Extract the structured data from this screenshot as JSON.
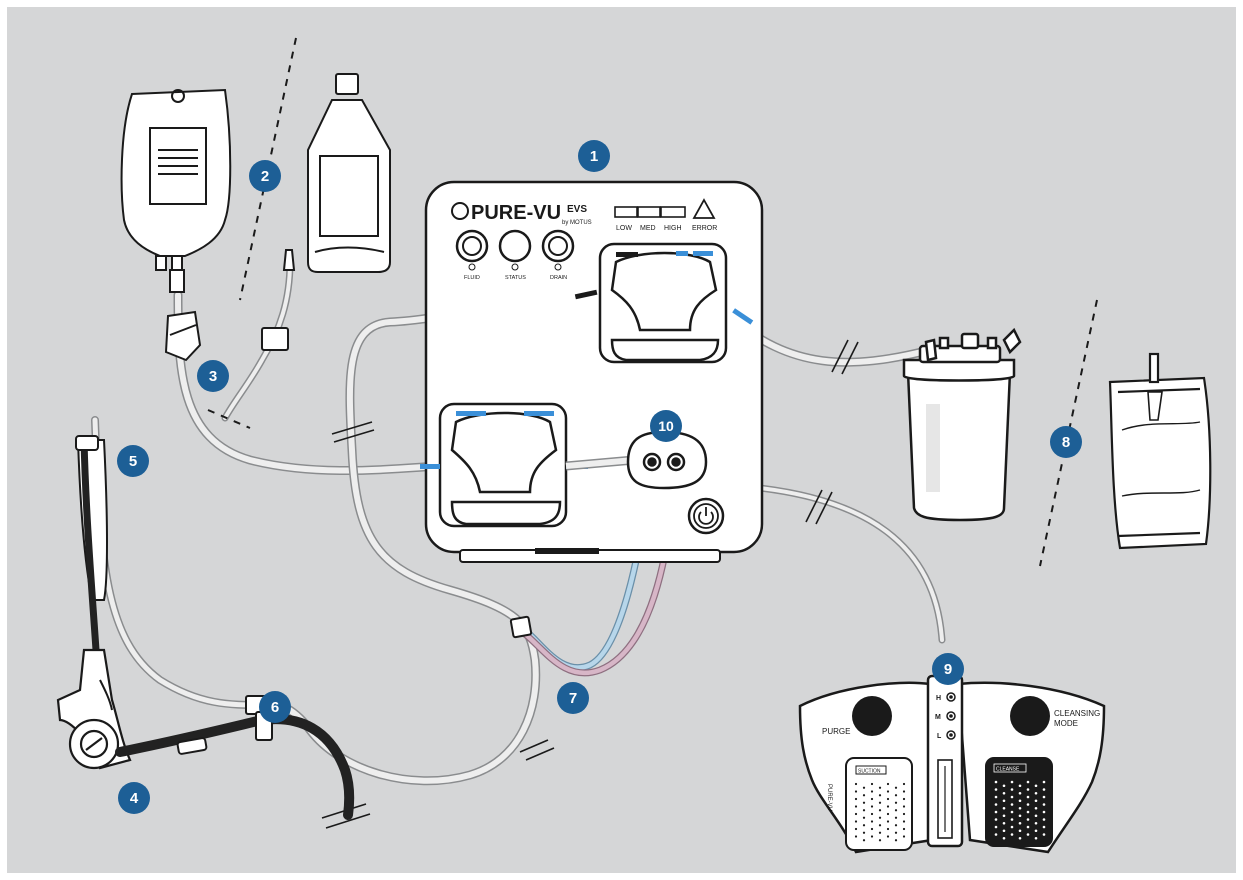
{
  "colors": {
    "background": "#d5d6d7",
    "frame": "#ffffff",
    "callout": "#1d5f96",
    "callout_text": "#ffffff",
    "outline": "#1a1a1a",
    "device_fill": "#ffffff",
    "tube_outline": "#8a8c8e",
    "tube_fill": "#eeeeee",
    "blue_accent": "#3a8fd8",
    "tube_blue": "#b7d6ea",
    "tube_pink": "#d7b6c7",
    "scope_dark": "#222222"
  },
  "device": {
    "brand": "PURE-VU",
    "brand_suffix": "EVS",
    "brand_by": "by MOTUS",
    "levels": [
      "LOW",
      "MED",
      "HIGH"
    ],
    "error_label": "ERROR",
    "knob_labels": [
      "FLUID",
      "STATUS",
      "DRAIN"
    ]
  },
  "foot_pedal": {
    "left_label": "PURGE",
    "right_label": "CLEANSING MODE",
    "left_pad_label": "SUCTION",
    "right_pad_label": "CLEANSE",
    "side_brand": "PURE-VU",
    "level_letters": [
      "H",
      "M",
      "L"
    ]
  },
  "callouts": [
    {
      "n": "1"
    },
    {
      "n": "2"
    },
    {
      "n": "3"
    },
    {
      "n": "4"
    },
    {
      "n": "5"
    },
    {
      "n": "6"
    },
    {
      "n": "7"
    },
    {
      "n": "8"
    },
    {
      "n": "9"
    },
    {
      "n": "10"
    }
  ]
}
